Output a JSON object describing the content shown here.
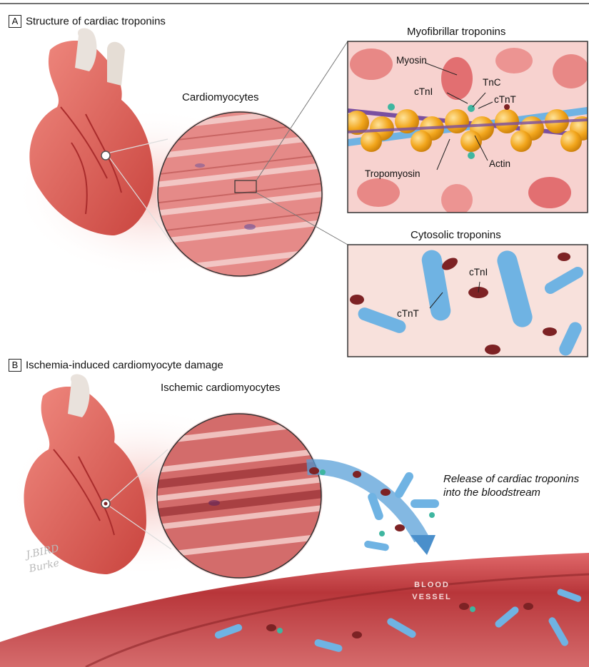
{
  "panel_a": {
    "letter": "A",
    "title": "Structure of cardiac troponins",
    "cardiomyocytes_label": "Cardiomyocytes",
    "myofibrillar": {
      "title": "Myofibrillar troponins",
      "labels": {
        "myosin": "Myosin",
        "tnc": "TnC",
        "ctni": "cTnI",
        "ctnt": "cTnT",
        "actin": "Actin",
        "tropomyosin": "Tropomyosin"
      }
    },
    "cytosolic": {
      "title": "Cytosolic troponins",
      "labels": {
        "ctni": "cTnI",
        "ctnt": "cTnT"
      }
    }
  },
  "panel_b": {
    "letter": "B",
    "title": "Ischemia-induced cardiomyocyte damage",
    "ischemic_label": "Ischemic cardiomyocytes",
    "release_text": "Release of cardiac troponins into the bloodstream",
    "vessel_label": "BLOOD VESSEL"
  },
  "signature": "J.BIRD Burke",
  "colors": {
    "heart": "#d9534f",
    "muscle": "#e58a88",
    "actin": "#f2a61c",
    "tropomyosin": "#7a4fa0",
    "ctnt": "#6fb3e3",
    "ctni": "#7d2224",
    "vessel": "#b8363a"
  }
}
